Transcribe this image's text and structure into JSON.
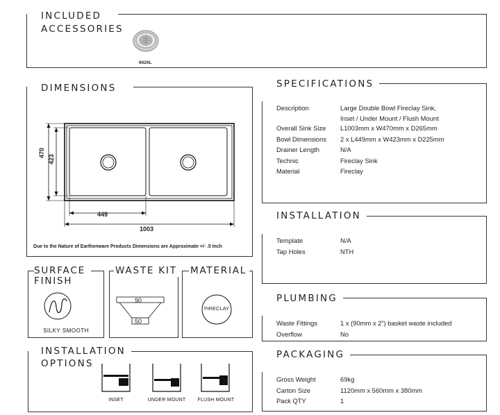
{
  "accessories": {
    "title_line1": "INCLUDED",
    "title_line2": "ACCESSORIES",
    "item_code": "6020L"
  },
  "dimensions": {
    "title": "DIMENSIONS",
    "overall_height": "470",
    "bowl_height": "423",
    "bowl_width": "449",
    "overall_width": "1003",
    "note": "Due to the Nature of Earthenware Products Dimensions are Approximate +/- .5 Inch"
  },
  "specifications": {
    "title": "SPECIFICATIONS",
    "rows": [
      {
        "label": "Description",
        "value": "Large Double Bowl Fireclay Sink,"
      },
      {
        "label": "",
        "value": "Inset / Under Mount / Flush Mount"
      },
      {
        "label": "Overall Sink Size",
        "value": "L1003mm x W470mm x D265mm"
      },
      {
        "label": "Bowl Dimensions",
        "value": "2 x L449mm x W423mm x D225mm"
      },
      {
        "label": "Drainer Length",
        "value": "N/A"
      },
      {
        "label": "Technic",
        "value": "Fireclay Sink"
      },
      {
        "label": "Material",
        "value": "Fireclay"
      }
    ]
  },
  "installation": {
    "title": "INSTALLATION",
    "rows": [
      {
        "label": "Template",
        "value": "N/A"
      },
      {
        "label": "Tap Holes",
        "value": "NTH"
      }
    ]
  },
  "plumbing": {
    "title": "PLUMBING",
    "rows": [
      {
        "label": "Waste Fittings",
        "value": "1 x (90mm x 2”) basket waste included"
      },
      {
        "label": "Overflow",
        "value": "No"
      }
    ]
  },
  "packaging": {
    "title": "PACKAGING",
    "rows": [
      {
        "label": "Gross Weight",
        "value": "69kg"
      },
      {
        "label": "Carton Size",
        "value": "1120mm x 560mm x 380mm"
      },
      {
        "label": "Pack QTY",
        "value": "1"
      }
    ]
  },
  "surface_finish": {
    "title_line1": "SURFACE",
    "title_line2": "FINISH",
    "caption": "SILKY SMOOTH"
  },
  "waste_kit": {
    "title": "WASTE KIT",
    "top_value": "90",
    "bottom_value": "50"
  },
  "material": {
    "title": "MATERIAL",
    "badge": "FIRECLAY"
  },
  "installation_options": {
    "title_line1": "INSTALLATION",
    "title_line2": "OPTIONS",
    "options": [
      "INSET",
      "UNDER MOUNT",
      "FLUSH MOUNT"
    ]
  }
}
